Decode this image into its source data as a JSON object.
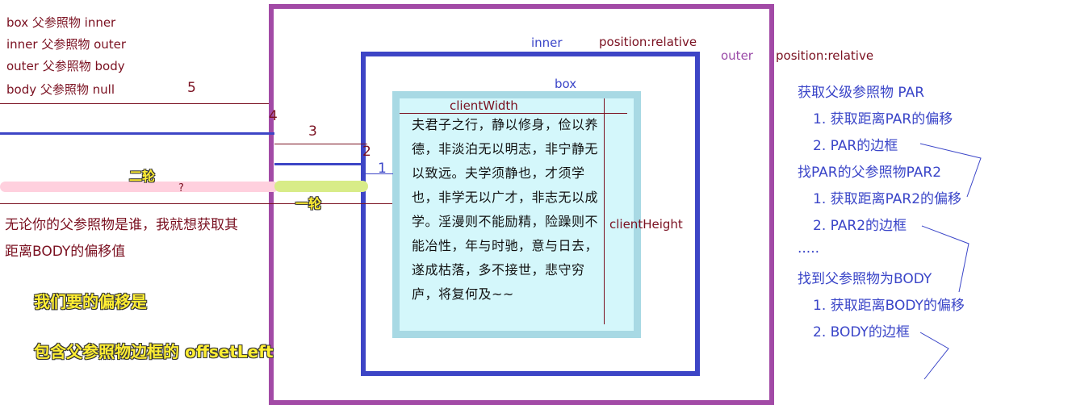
{
  "chain": [
    "box 父参照物  inner",
    "inner 父参照物 outer",
    "outer 父参照物 body",
    "body 父参照物 null"
  ],
  "numbers": {
    "n5": "5",
    "n4": "4",
    "n3": "3",
    "n2": "2",
    "n1": "1"
  },
  "rounds": {
    "second": "二轮",
    "question": "?",
    "first": "一轮"
  },
  "note": {
    "line1": "无论你的父参照物是谁，我就想获取其",
    "line2": "距离BODY的偏移值"
  },
  "highlight": {
    "line1": "我们要的偏移是",
    "line2": "包含父参照物边框的 offsetLeft"
  },
  "labels": {
    "inner": "inner",
    "inner_position": "position:relative",
    "outer": "outer",
    "outer_position": "position:relative",
    "box": "box",
    "client_width": "clientWidth",
    "client_height": "clientHeight"
  },
  "poem": "夫君子之行，静以修身，俭以养德，非淡泊无以明志，非宁静无以致远。夫学须静也，才须学也，非学无以广才，非志无以成学。淫漫则不能励精，险躁则不能冶性，年与时驰，意与日去，遂成枯落，多不接世，悲守穷庐，将复何及~~",
  "right_list": {
    "h1": "获取父级参照物 PAR",
    "h1_1": "1. 获取距离PAR的偏移",
    "h1_2": "2. PAR的边框",
    "h2": "找PAR的父参照物PAR2",
    "h2_1": "1. 获取距离PAR2的偏移",
    "h2_2": "2. PAR2的边框",
    "dots": ".....",
    "h3": "找到父参照物为BODY",
    "h3_1": "1. 获取距离BODY的偏移",
    "h3_2": "2. BODY的边框"
  },
  "colors": {
    "outer_border": "#a24aa6",
    "inner_border": "#3d45c6",
    "box_border": "#a8d9e4",
    "box_fill": "#d4f7fb",
    "text_dark": "#7a1020",
    "text_blue": "#3a45c8",
    "bar_pink": "#ffd0de",
    "bar_green": "#d8ec88",
    "highlight_yellow": "#ffee33"
  }
}
